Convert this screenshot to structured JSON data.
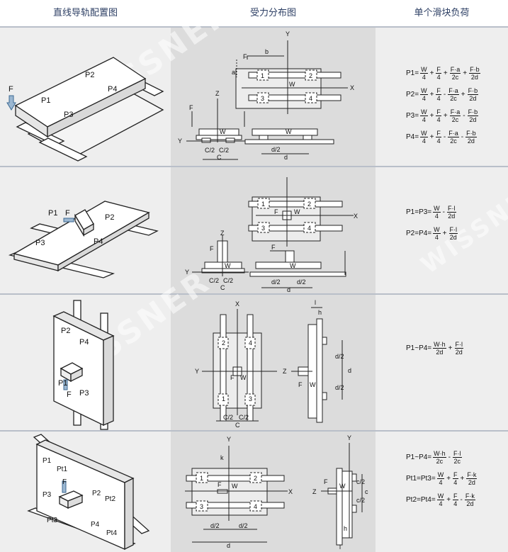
{
  "headers": {
    "layout": "直线导轨配置图",
    "force": "受力分布图",
    "single_load": "单个滑块负荷"
  },
  "watermark": "WISSNER",
  "rows": [
    {
      "iso_labels": {
        "f": "F",
        "p1": "P1",
        "p2": "P2",
        "p3": "P3",
        "p4": "P4"
      },
      "plan_labels": {
        "y": "Y",
        "x": "X",
        "f": "F",
        "b": "b",
        "a": "a",
        "w": "W",
        "b1": "1",
        "b2": "2",
        "b3": "3",
        "b4": "4"
      },
      "side_labels": {
        "z": "Z",
        "y": "Y",
        "f": "F",
        "w": "W",
        "c2a": "C/2",
        "c2b": "C/2",
        "c": "C",
        "d2": "d/2",
        "d": "d"
      },
      "formulas": [
        {
          "lhs": "P1=",
          "t": [
            [
              "W",
              "4"
            ],
            [
              "F",
              "4"
            ],
            [
              "F·a",
              "2c"
            ],
            [
              "F·b",
              "2d"
            ]
          ],
          "ops": [
            "+",
            "+",
            "+"
          ]
        },
        {
          "lhs": "P2=",
          "t": [
            [
              "W",
              "4"
            ],
            [
              "F",
              "4"
            ],
            [
              "F·a",
              "2c"
            ],
            [
              "F·b",
              "2d"
            ]
          ],
          "ops": [
            "+",
            "-",
            "+"
          ]
        },
        {
          "lhs": "P3=",
          "t": [
            [
              "W",
              "4"
            ],
            [
              "F",
              "4"
            ],
            [
              "F·a",
              "2c"
            ],
            [
              "F·b",
              "2d"
            ]
          ],
          "ops": [
            "+",
            "+",
            "-"
          ]
        },
        {
          "lhs": "P4=",
          "t": [
            [
              "W",
              "4"
            ],
            [
              "F",
              "4"
            ],
            [
              "F·a",
              "2c"
            ],
            [
              "F·b",
              "2d"
            ]
          ],
          "ops": [
            "+",
            "-",
            "-"
          ]
        }
      ]
    },
    {
      "iso_labels": {
        "f": "F",
        "p1": "P1",
        "p2": "P2",
        "p3": "P3",
        "p4": "P4"
      },
      "plan_labels": {
        "x": "X",
        "f": "F",
        "w": "W",
        "b1": "1",
        "b2": "2",
        "b3": "3",
        "b4": "4"
      },
      "side_labels": {
        "z": "Z",
        "y": "Y",
        "f": "F",
        "w": "W",
        "c2a": "C/2",
        "c2b": "C/2",
        "c": "C",
        "d2a": "d/2",
        "d2b": "d/2",
        "d": "d"
      },
      "formulas": [
        {
          "lhs": "P1=P3=",
          "t": [
            [
              "W",
              "4"
            ],
            [
              "F·l",
              "2d"
            ]
          ],
          "ops": [
            "-"
          ]
        },
        {
          "lhs": "P2=P4=",
          "t": [
            [
              "W",
              "4"
            ],
            [
              "F·l",
              "2d"
            ]
          ],
          "ops": [
            "+"
          ]
        }
      ]
    },
    {
      "iso_labels": {
        "f": "F",
        "p1": "P1",
        "p2": "P2",
        "p3": "P3",
        "p4": "P4"
      },
      "plan_labels": {
        "x": "X",
        "y": "Y",
        "f": "F",
        "w": "W",
        "c2a": "C/2",
        "c2b": "C/2",
        "c": "C",
        "b1": "1",
        "b2": "2",
        "b3": "3",
        "b4": "4"
      },
      "side_labels": {
        "z": "Z",
        "f": "F",
        "w": "W",
        "l": "l",
        "h": "h",
        "d2a": "d/2",
        "d2b": "d/2",
        "d": "d"
      },
      "formulas": [
        {
          "lhs": "P1~P4=",
          "t": [
            [
              "W·h",
              "2d"
            ],
            [
              "F·l",
              "2d"
            ]
          ],
          "ops": [
            "+"
          ]
        }
      ]
    },
    {
      "iso_labels": {
        "f": "F",
        "p1": "P1",
        "pt1": "Pt1",
        "p2": "P2",
        "pt2": "Pt2",
        "p3": "P3",
        "pt3": "Pt3",
        "p4": "P4",
        "pt4": "Pt4"
      },
      "plan_labels": {
        "y": "Y",
        "x": "X",
        "k": "k",
        "f": "F",
        "w": "W",
        "d2a": "d/2",
        "d2b": "d/2",
        "d": "d",
        "b1": "1",
        "b2": "2",
        "b3": "3",
        "b4": "4"
      },
      "side_labels": {
        "y": "Y",
        "z": "Z",
        "f": "F",
        "w": "W",
        "c2a": "c/2",
        "c2b": "c/2",
        "c": "c",
        "h": "h",
        "l": "l"
      },
      "formulas": [
        {
          "lhs": "P1~P4=",
          "t": [
            [
              "W·h",
              "2c"
            ],
            [
              "F·l",
              "2c"
            ]
          ],
          "ops": [
            "-"
          ]
        },
        {
          "lhs": "Pt1=Pt3=",
          "t": [
            [
              "W",
              "4"
            ],
            [
              "F",
              "4"
            ],
            [
              "F·k",
              "2d"
            ]
          ],
          "ops": [
            "+",
            "+"
          ]
        },
        {
          "lhs": "Pt2=Pt4=",
          "t": [
            [
              "W",
              "4"
            ],
            [
              "F",
              "4"
            ],
            [
              "F·k",
              "2d"
            ]
          ],
          "ops": [
            "+",
            "-"
          ]
        }
      ]
    }
  ]
}
